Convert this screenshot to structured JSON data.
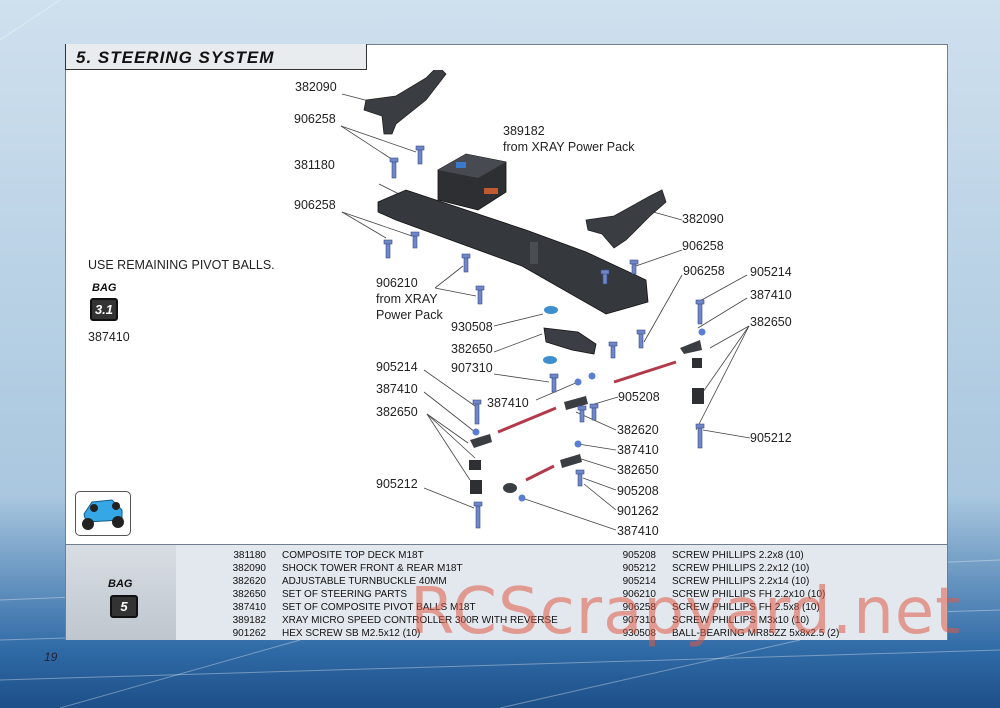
{
  "title": "5. STEERING SYSTEM",
  "page_number": "19",
  "note": "USE REMAINING PIVOT BALLS.",
  "bag_label": "BAG",
  "side_bag": {
    "number": "3.1",
    "part": "387410"
  },
  "table_bag": {
    "number": "5"
  },
  "callouts": {
    "c1": "382090",
    "c2": "906258",
    "c3": "389182",
    "c3b": "from XRAY Power Pack",
    "c4": "381180",
    "c5": "906258",
    "c6": "382090",
    "c7": "906258",
    "c8": "906258",
    "c9": "906210",
    "c9b": "from XRAY",
    "c9c": "Power Pack",
    "c10": "905214",
    "c11": "387410",
    "c12": "382650",
    "c13": "930508",
    "c14": "382650",
    "c15": "907310",
    "c16": "905214",
    "c17": "387410",
    "c18": "387410",
    "c19": "905208",
    "c20": "382650",
    "c21": "382620",
    "c22": "905212",
    "c23": "387410",
    "c24": "382650",
    "c25": "905212",
    "c26": "905208",
    "c27": "901262",
    "c28": "387410"
  },
  "parts_left": [
    {
      "no": "381180",
      "desc": "COMPOSITE TOP DECK M18T"
    },
    {
      "no": "382090",
      "desc": "SHOCK TOWER FRONT & REAR M18T"
    },
    {
      "no": "382620",
      "desc": "ADJUSTABLE TURNBUCKLE 40MM"
    },
    {
      "no": "382650",
      "desc": "SET OF STEERING PARTS"
    },
    {
      "no": "387410",
      "desc": "SET OF COMPOSITE PIVOT BALLS M18T"
    },
    {
      "no": "389182",
      "desc": "XRAY MICRO SPEED CONTROLLER 300R WITH REVERSE"
    },
    {
      "no": "901262",
      "desc": "HEX SCREW SB M2.5x12 (10)"
    }
  ],
  "parts_right": [
    {
      "no": "905208",
      "desc": "SCREW PHILLIPS 2.2x8 (10)"
    },
    {
      "no": "905212",
      "desc": "SCREW PHILLIPS 2.2x12 (10)"
    },
    {
      "no": "905214",
      "desc": "SCREW PHILLIPS 2.2x14 (10)"
    },
    {
      "no": "906210",
      "desc": "SCREW PHILLIPS FH 2.2x10 (10)"
    },
    {
      "no": "906258",
      "desc": "SCREW PHILLIPS FH 2.5x8 (10)"
    },
    {
      "no": "907310",
      "desc": "SCREW PHILLIPS M3x10 (10)"
    },
    {
      "no": "930508",
      "desc": "BALL-BEARING MR85ZZ 5x8x2.5 (2)"
    }
  ],
  "watermark": "RCScrapyard.net",
  "colors": {
    "accent_blue": "#2f6aa6",
    "screw_blue": "#6f86c9",
    "rod_red": "#b33a4a",
    "part_dark": "#3a3d42"
  }
}
